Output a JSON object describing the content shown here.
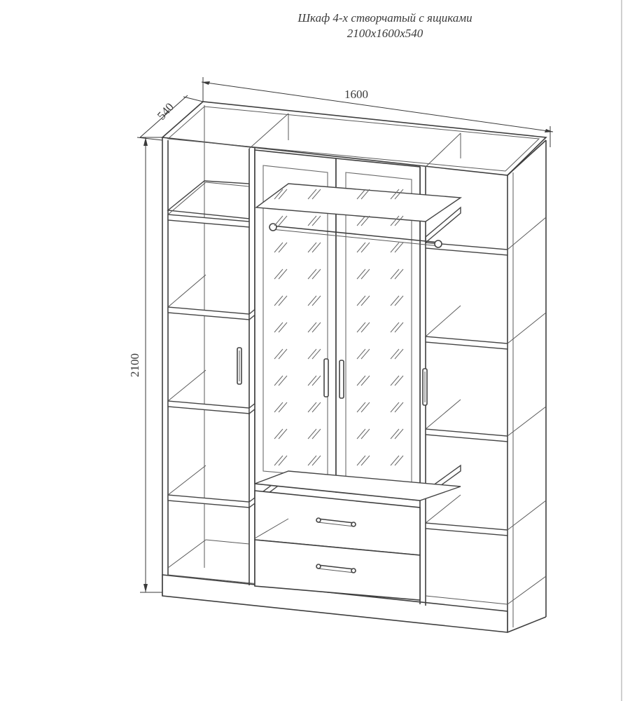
{
  "title": {
    "line1": "Шкаф 4-х створчатый с ящиками",
    "line2": "2100х1600х540"
  },
  "dimensions": {
    "width": "1600",
    "depth": "540",
    "height": "2100"
  },
  "counts": {
    "doors": 4,
    "drawers": 2
  }
}
